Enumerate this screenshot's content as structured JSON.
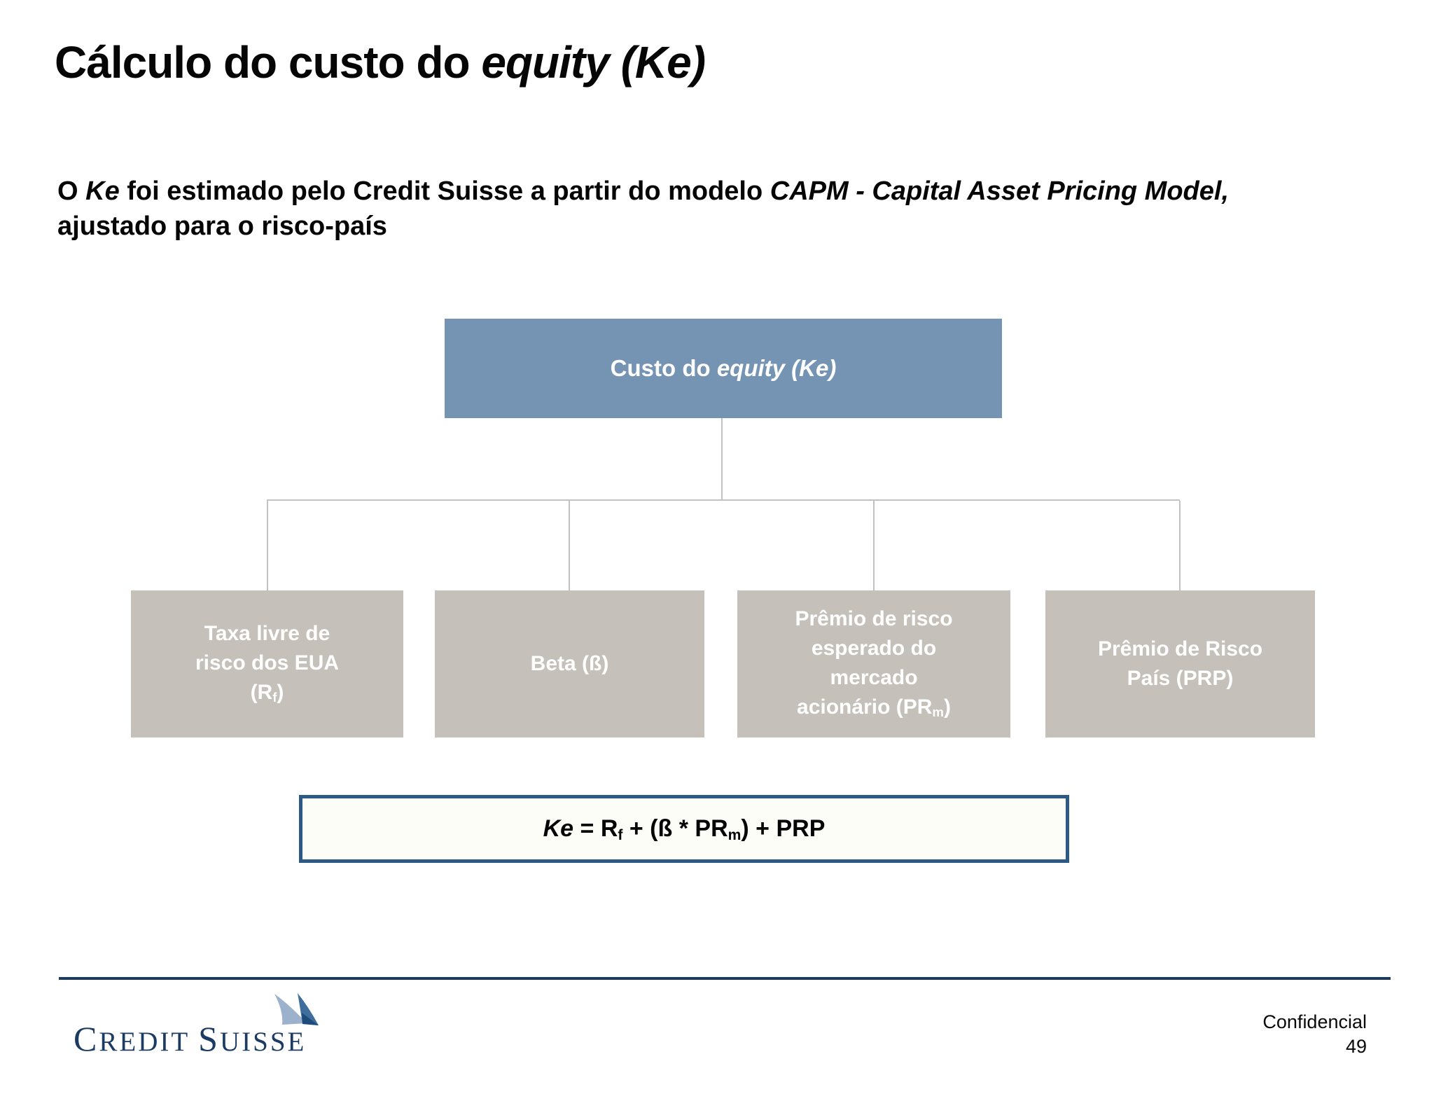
{
  "slide": {
    "title": {
      "normal": "Cálculo do custo do ",
      "italic": "equity (Ke)"
    },
    "subtitle": {
      "p1": "O ",
      "ke": "Ke",
      "p2": " foi estimado pelo Credit Suisse a partir do modelo ",
      "capm": "CAPM - Capital Asset Pricing Model,",
      "line2": "ajustado para o risco-país"
    },
    "diagram": {
      "root": {
        "normal": "Custo do ",
        "italic": "equity (Ke)"
      },
      "box1": {
        "line1": "Taxa livre de",
        "line2": "risco dos EUA",
        "line3_pre": "(R",
        "line3_sub": "f",
        "line3_post": ")"
      },
      "box2": {
        "label": "Beta (ß)"
      },
      "box3": {
        "line1": "Prêmio de risco",
        "line2": "esperado do",
        "line3": "mercado",
        "line4_pre": "acionário (PR",
        "line4_sub": "m",
        "line4_post": ")"
      },
      "box4": {
        "line1": "Prêmio de Risco",
        "line2": "País (PRP)"
      }
    },
    "formula": {
      "ke": "Ke",
      "p2": " = R",
      "sub1": "f",
      "p3": " + (ß * PR",
      "sub2": "m",
      "p4": ") + PRP"
    },
    "footer": {
      "confidential": "Confidencial",
      "page_number": "49"
    },
    "logo": {
      "c1": "C",
      "r1": "REDIT",
      "c2": "S",
      "r2": "UISSE",
      "icon": "credit-suisse-sail-icon"
    },
    "colors": {
      "root_box": "#7594B3",
      "child_box": "#C5C0BA",
      "connector": "#C2C2C2",
      "formula_border": "#2C5A86",
      "formula_bg": "#FDFDF7",
      "navy": "#1C3B63",
      "sail_light": "#9CB1CB",
      "sail_dark": "#3F6D9C",
      "sail_darker": "#1E4C7A"
    }
  }
}
